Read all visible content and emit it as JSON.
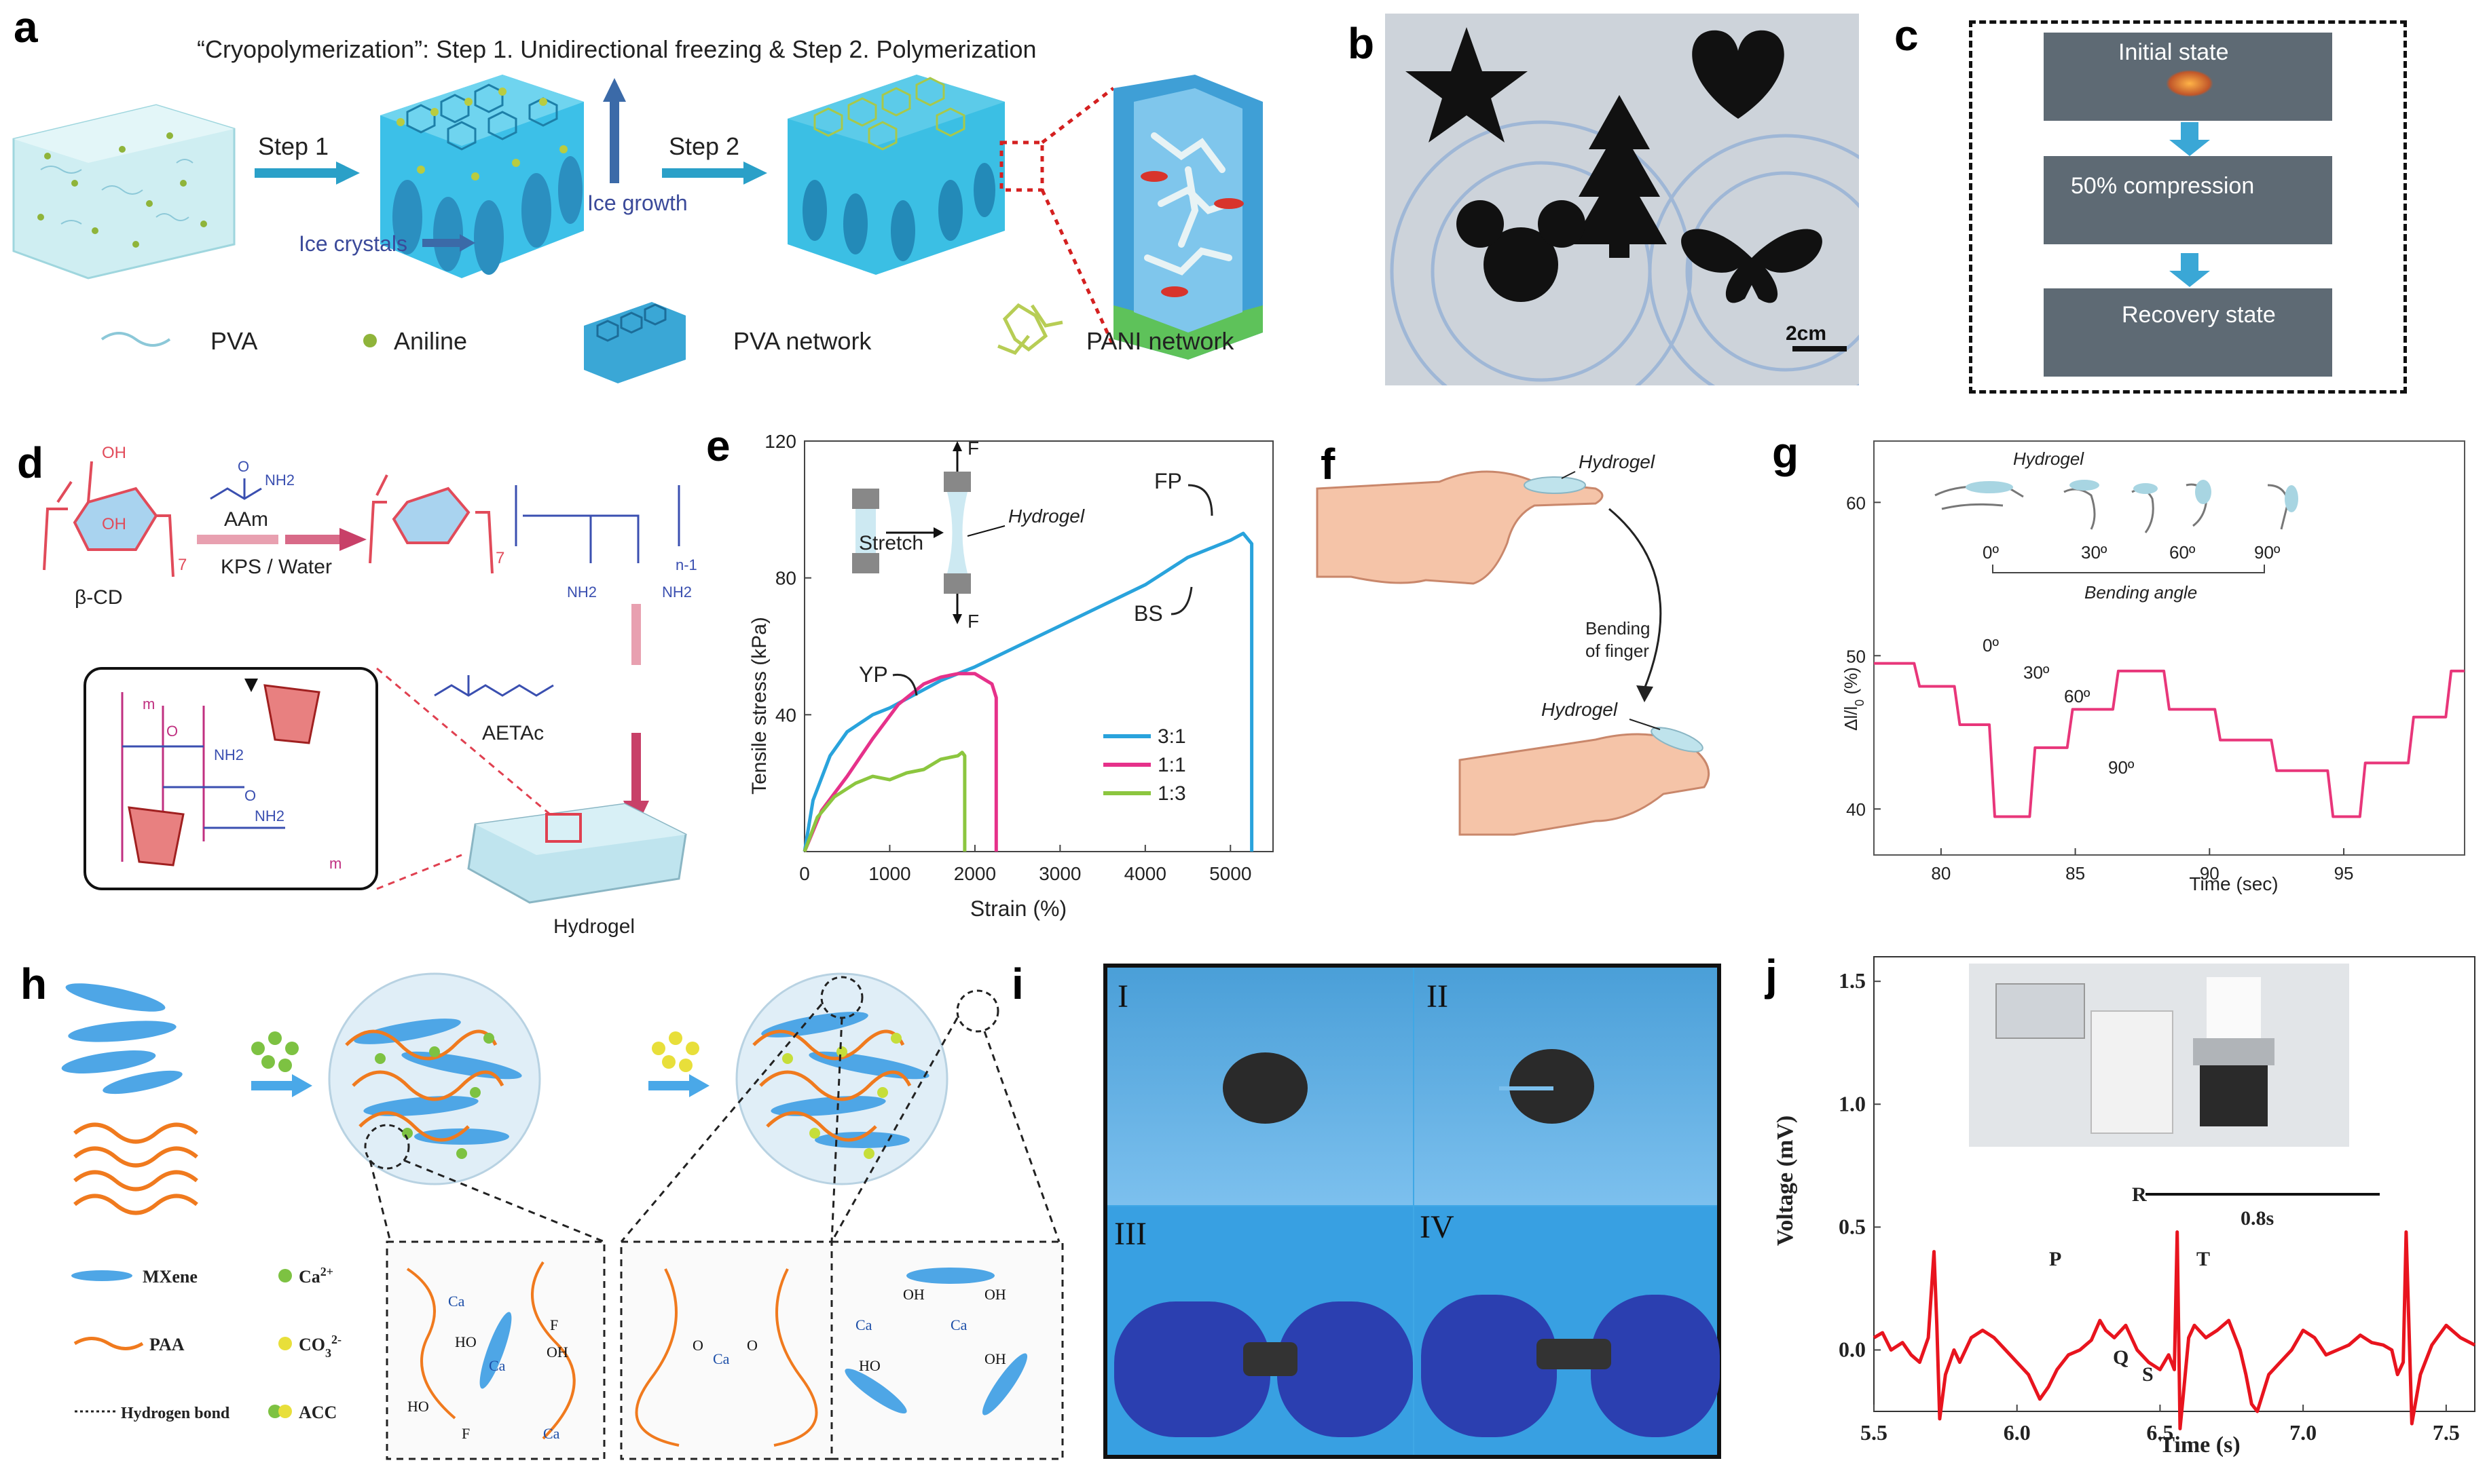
{
  "figure": {
    "panel_labels": {
      "a": "a",
      "b": "b",
      "c": "c",
      "d": "d",
      "e": "e",
      "f": "f",
      "g": "g",
      "h": "h",
      "i": "i",
      "j": "j"
    }
  },
  "panel_a": {
    "title": "“Cryopolymerization”: Step 1. Unidirectional freezing & Step 2. Polymerization",
    "step1": "Step 1",
    "step2": "Step 2",
    "ice_crystals": "Ice crystals",
    "ice_growth": "Ice growth",
    "legend": [
      "PVA",
      "Aniline",
      "PVA network",
      "PANI network"
    ]
  },
  "panel_b": {
    "scale_bar": "2cm"
  },
  "panel_c": {
    "states": [
      "Initial state",
      "50% compression",
      "Recovery state"
    ]
  },
  "panel_d": {
    "beta_cd": "β-CD",
    "aam": "AAm",
    "kps_water": "KPS / Water",
    "aetac": "AETAc",
    "hydrogel": "Hydrogel",
    "sub_7": "7",
    "sub_n1": "n-1",
    "oh": "OH",
    "nh2": "NH2",
    "o": "O",
    "m": "m"
  },
  "panel_e": {
    "stretch": "Stretch",
    "hydrogel": "Hydrogel",
    "force": "F",
    "fp": "FP",
    "yp": "YP",
    "bs": "BS",
    "ylabel": "Tensile stress (kPa)",
    "xlabel": "Strain (%)"
  },
  "panel_f": {
    "hydrogel_top": "Hydrogel",
    "hydrogel_bottom": "Hydrogel",
    "bending": "Bending",
    "of_finger": "of finger"
  },
  "panel_g": {
    "hydrogel": "Hydrogel",
    "angles": [
      "0º",
      "30º",
      "60º",
      "90º"
    ],
    "bending_angle": "Bending angle",
    "annot": [
      "0º",
      "30º",
      "60º",
      "90º"
    ],
    "ylabel_prefix": "Δl/l",
    "ylabel_sub": "0",
    "ylabel_suffix": " (%)",
    "xlabel": "Time (sec)"
  },
  "panel_h": {
    "legend": {
      "mxene": "MXene",
      "ca": "Ca",
      "ca_sup": "2+",
      "paa": "PAA",
      "co3": "CO",
      "co3_sub": "3",
      "co3_sup": "2-",
      "hbond": "Hydrogen bond",
      "acc": "ACC"
    },
    "chem": {
      "ho": "HO",
      "oh": "OH",
      "f": "F",
      "o": "O",
      "ca": "Ca",
      "ca_sup": "2+",
      "o_minus": "O",
      "minus": "-"
    }
  },
  "panel_i": {
    "labels": [
      "I",
      "II",
      "III",
      "IV"
    ]
  },
  "panel_j": {
    "peaks": {
      "r": "R",
      "p": "P",
      "t": "T",
      "q": "Q",
      "s": "S"
    },
    "interval": "0.8s",
    "ylabel": "Voltage (mV)",
    "xlabel": "Time (s)"
  },
  "chart_data": [
    {
      "panel": "e",
      "type": "line",
      "xlabel": "Strain (%)",
      "ylabel": "Tensile stress (kPa)",
      "xlim": [
        0,
        5500
      ],
      "ylim": [
        0,
        120
      ],
      "x_ticks": [
        "0",
        "1000",
        "2000",
        "3000",
        "4000",
        "5000"
      ],
      "y_ticks": [
        "40",
        "80",
        "120"
      ],
      "legend_position": "right",
      "series": [
        {
          "name": "3:1",
          "color": "#29a3dc",
          "x": [
            0,
            100,
            300,
            500,
            800,
            1000,
            1300,
            1600,
            2000,
            2500,
            3000,
            3500,
            4000,
            4500,
            4800,
            5000,
            5150,
            5250,
            5250
          ],
          "y": [
            0,
            15,
            28,
            35,
            40,
            42,
            46,
            50,
            54,
            60,
            66,
            72,
            78,
            86,
            89,
            91,
            93,
            90,
            0
          ]
        },
        {
          "name": "1:1",
          "color": "#e6318a",
          "x": [
            0,
            200,
            500,
            800,
            1100,
            1400,
            1600,
            1800,
            2000,
            2200,
            2250,
            2250
          ],
          "y": [
            0,
            12,
            22,
            33,
            43,
            49,
            51,
            52,
            52,
            49,
            45,
            0
          ]
        },
        {
          "name": "1:3",
          "color": "#8cc63f",
          "x": [
            0,
            150,
            350,
            600,
            800,
            1000,
            1200,
            1400,
            1600,
            1800,
            1850,
            1880,
            1880
          ],
          "y": [
            0,
            10,
            16,
            20,
            22,
            21,
            23,
            24,
            27,
            28,
            29,
            28,
            0
          ]
        }
      ]
    },
    {
      "panel": "g",
      "type": "line",
      "xlabel": "Time (sec)",
      "ylabel": "Δl/l0 (%)",
      "xlim": [
        77.5,
        99.5
      ],
      "ylim": [
        37,
        64
      ],
      "x_ticks": [
        "80",
        "85",
        "90",
        "95"
      ],
      "y_ticks": [
        "40",
        "50",
        "60"
      ],
      "series": [
        {
          "name": "",
          "color": "#e8367a",
          "x": [
            77.5,
            79,
            79.2,
            80.5,
            80.7,
            81.8,
            82,
            83.3,
            83.5,
            84.7,
            84.9,
            86.4,
            86.6,
            88.3,
            88.5,
            90.2,
            90.4,
            92.3,
            92.5,
            94.4,
            94.6,
            95.6,
            95.8,
            97.4,
            97.6,
            98.8,
            99,
            99.5
          ],
          "y": [
            49.5,
            49.5,
            48,
            48,
            45.5,
            45.5,
            39.5,
            39.5,
            44,
            44,
            46.5,
            46.5,
            49,
            49,
            46.5,
            46.5,
            44.5,
            44.5,
            42.5,
            42.5,
            39.5,
            39.5,
            43,
            43,
            46,
            46,
            49,
            49
          ]
        }
      ]
    },
    {
      "panel": "j",
      "type": "line",
      "xlabel": "Time (s)",
      "ylabel": "Voltage (mV)",
      "xlim": [
        5.5,
        7.6
      ],
      "ylim": [
        -0.25,
        1.6
      ],
      "x_ticks": [
        "5.5",
        "6.0",
        "6.5",
        "7.0",
        "7.5"
      ],
      "y_ticks": [
        "0.0",
        "0.5",
        "1.0",
        "1.5"
      ],
      "series": [
        {
          "name": "",
          "color": "#e8141e",
          "x": [
            5.5,
            5.53,
            5.56,
            5.6,
            5.63,
            5.66,
            5.69,
            5.71,
            5.72,
            5.73,
            5.75,
            5.78,
            5.8,
            5.84,
            5.88,
            5.92,
            5.96,
            6.0,
            6.04,
            6.08,
            6.11,
            6.14,
            6.18,
            6.22,
            6.26,
            6.29,
            6.31,
            6.34,
            6.38,
            6.42,
            6.46,
            6.5,
            6.53,
            6.55,
            6.56,
            6.57,
            6.58,
            6.6,
            6.62,
            6.66,
            6.7,
            6.74,
            6.78,
            6.8,
            6.82,
            6.84,
            6.88,
            6.92,
            6.96,
            7.0,
            7.04,
            7.08,
            7.12,
            7.16,
            7.2,
            7.24,
            7.28,
            7.31,
            7.33,
            7.35,
            7.36,
            7.38,
            7.41,
            7.45,
            7.5,
            7.55,
            7.6
          ],
          "y": [
            0.05,
            0.07,
            0.0,
            0.03,
            -0.02,
            -0.05,
            0.05,
            0.4,
            0.1,
            -0.28,
            -0.1,
            0.0,
            -0.05,
            0.05,
            0.08,
            0.05,
            0.0,
            -0.05,
            -0.1,
            -0.2,
            -0.15,
            -0.08,
            -0.02,
            0.0,
            0.04,
            0.12,
            0.08,
            0.05,
            0.1,
            0.0,
            -0.05,
            -0.08,
            -0.02,
            -0.08,
            0.48,
            -0.32,
            -0.2,
            0.05,
            0.1,
            0.05,
            0.08,
            0.12,
            0.0,
            -0.1,
            -0.22,
            -0.25,
            -0.1,
            -0.05,
            0.0,
            0.08,
            0.05,
            -0.02,
            0.0,
            0.02,
            0.06,
            0.03,
            0.02,
            0.0,
            -0.1,
            -0.05,
            0.48,
            -0.3,
            -0.1,
            0.02,
            0.1,
            0.05,
            0.02
          ]
        }
      ]
    }
  ]
}
